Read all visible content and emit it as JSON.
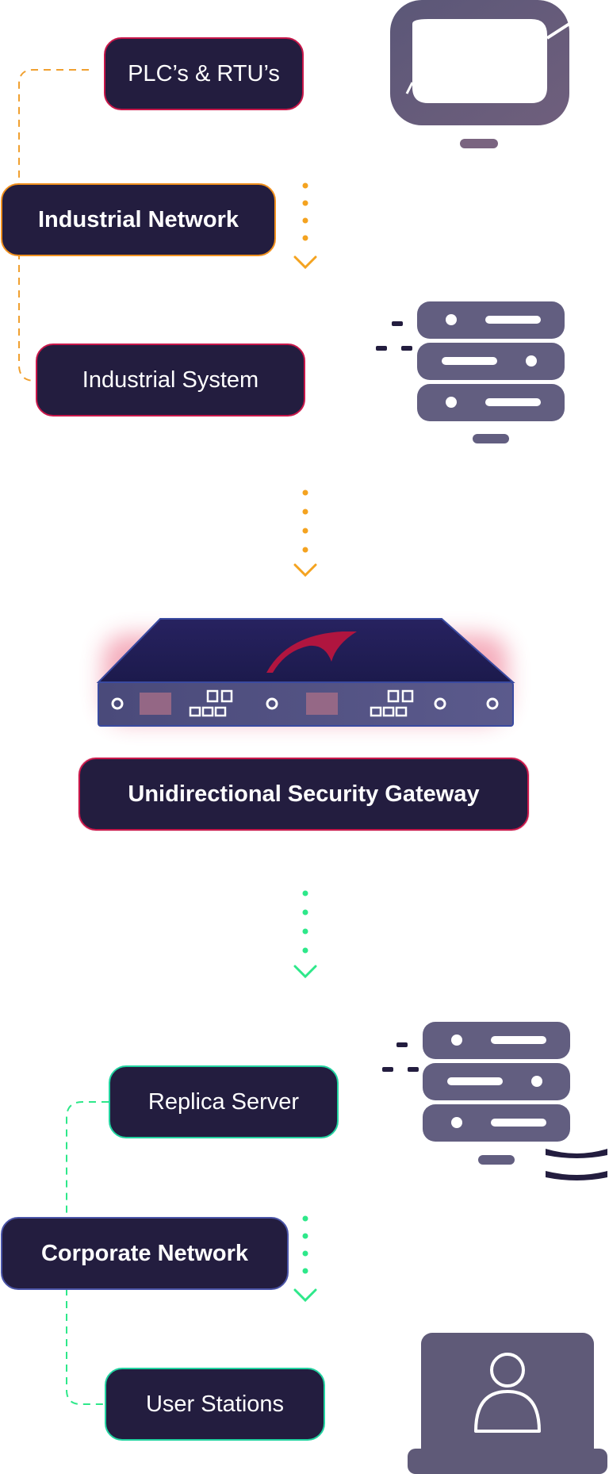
{
  "nodes": {
    "plc": "PLC’s & RTU’s",
    "industrial_network": "Industrial Network",
    "industrial_system": "Industrial System",
    "gateway": "Unidirectional Security Gateway",
    "replica_server": "Replica Server",
    "corporate_network": "Corporate Network",
    "user_stations": "User Stations"
  },
  "colors": {
    "box_fill": "#231d3f",
    "industrial_border": "#c8174a",
    "network_border": "#f0901e",
    "industrial_connector": "#f0a030",
    "corporate_border": "#22d3a0",
    "corporate_connector": "#2ee88a",
    "icon_gray": "#5f5a78",
    "gateway_arrow": "#b0153f",
    "gateway_body": "#2a2566"
  },
  "icons": [
    "monitor-icon",
    "server-rack-icon",
    "security-gateway-icon",
    "laptop-user-icon"
  ]
}
